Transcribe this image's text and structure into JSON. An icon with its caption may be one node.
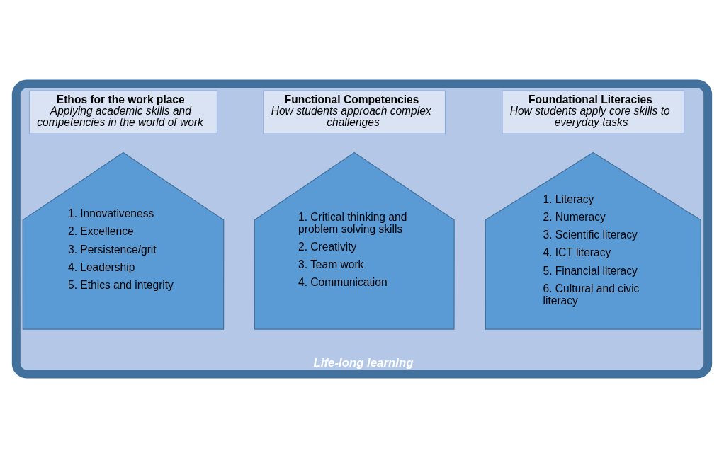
{
  "diagram": {
    "nodes": [
      {
        "text": [
          "Life-long learning"
        ]
      },
      {
        "text": [
          "Foundational Literacies",
          "How students apply core skills to everyday tasks"
        ],
        "in": 0
      },
      {
        "text": [
          "1. Literacy",
          "2. Numeracy",
          "3. Scientific literacy",
          "4. ICT literacy",
          "5. Financial literacy",
          "6. Cultural and civic literacy"
        ],
        "in": 0
      },
      {
        "text": [
          "Functional Competencies",
          "How students approach complex challenges"
        ],
        "in": 0
      },
      {
        "text": [
          "1. Critical thinking and problem solving skills",
          "2. Creativity",
          "3. Team work",
          "4. Communication"
        ],
        "in": 0
      },
      {
        "text": [
          "Ethos for the work place",
          "Applying academic skills and competencies in the world of work"
        ],
        "in": 0
      },
      {
        "text": [
          "1. Innovativeness",
          "2. Excellence",
          "3. Persistence/grit",
          "4. Leadership",
          "5. Ethics and integrity"
        ],
        "in": 0
      }
    ],
    "edges": []
  }
}
